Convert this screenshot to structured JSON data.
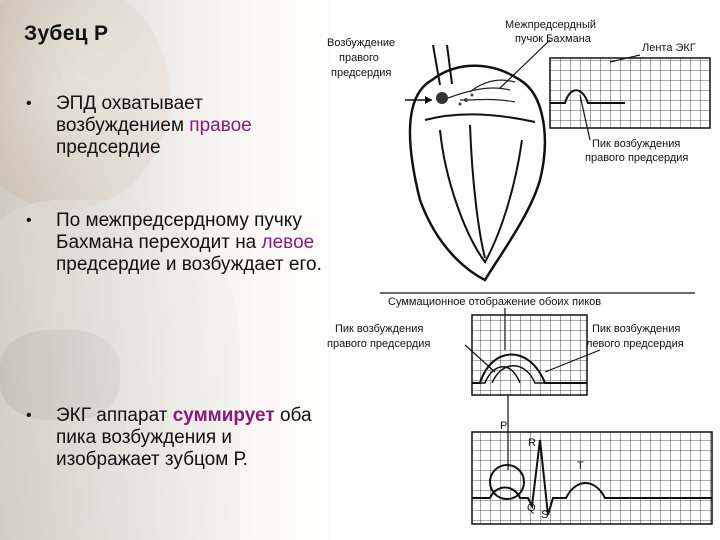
{
  "slide": {
    "title": "Зубец Р",
    "bullets": [
      {
        "pre": "ЭПД охватывает возбуждением ",
        "hl": "правое",
        "post": " предсердие"
      },
      {
        "pre": "По межпредсердному пучку Бахмана переходит на ",
        "hl": "левое",
        "post": " предсердие и возбуждает его."
      },
      {
        "pre": "ЭКГ аппарат ",
        "hl": "суммирует",
        "post": " оба пика возбуждения и изображает зубцом Р."
      }
    ]
  },
  "top_diagram": {
    "label_excitation": [
      "Возбуждение",
      "правого",
      "предсердия"
    ],
    "label_bachmann": [
      "Межпредсердный",
      "пучок Бахмана"
    ],
    "label_tape": "Лента ЭКГ",
    "label_peak_right": [
      "Пик возбуждения",
      "правого предсердия"
    ]
  },
  "bottom_diagram": {
    "label_sum": "Суммационное отображение обоих пиков",
    "label_peak_right": [
      "Пик возбуждения",
      "правого предсердия"
    ],
    "label_peak_left": [
      "Пик возбуждения",
      "левого предсердия"
    ],
    "wave_labels": {
      "p": "P",
      "q": "Q",
      "r": "R",
      "s": "S",
      "t": "T"
    }
  }
}
